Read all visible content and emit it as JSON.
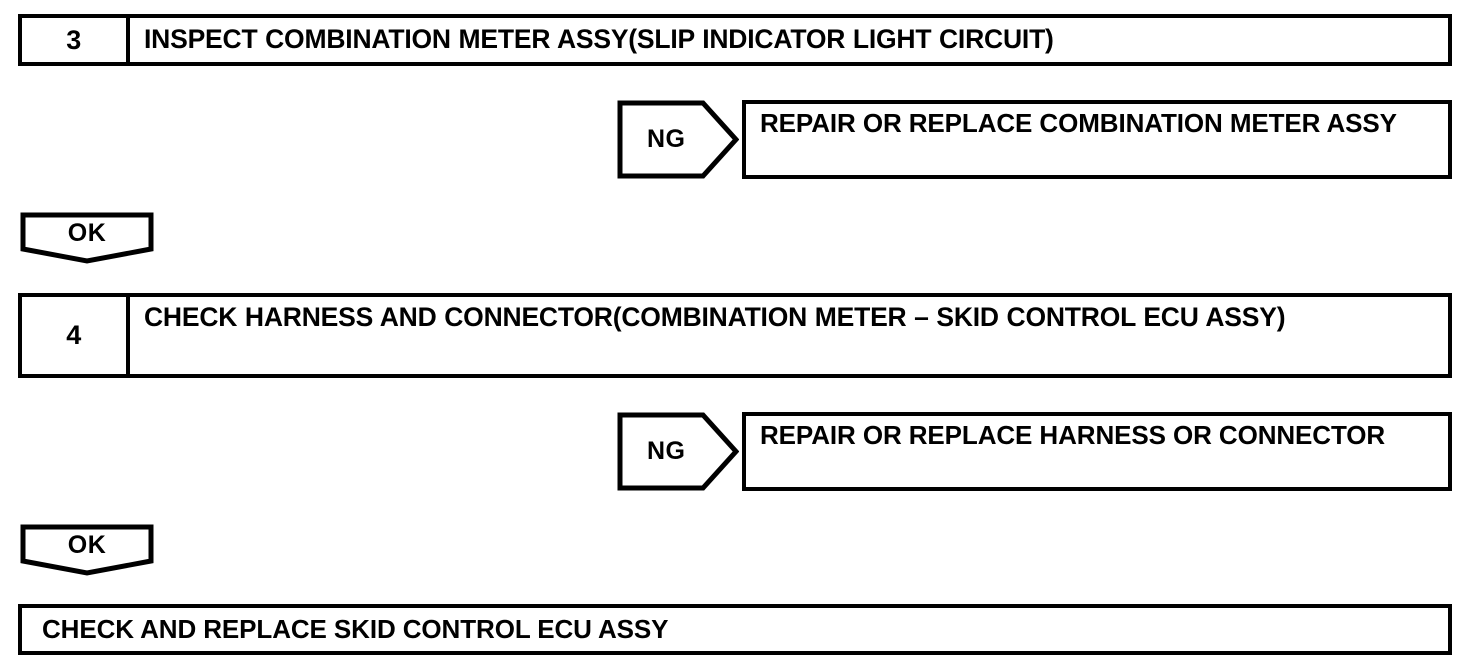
{
  "document": {
    "type": "diagnostic-troubleshooting-flowchart",
    "title": "Skid Control / Slip Indicator Light Diagnostic Steps"
  },
  "steps": [
    {
      "number": "3",
      "title": "INSPECT COMBINATION METER ASSY(SLIP INDICATOR LIGHT CIRCUIT)"
    },
    {
      "number": "4",
      "title": "CHECK HARNESS AND CONNECTOR(COMBINATION METER – SKID CONTROL ECU ASSY)"
    }
  ],
  "branches": [
    {
      "label": "NG",
      "action": "REPAIR OR REPLACE COMBINATION METER ASSY"
    },
    {
      "label": "NG",
      "action": "REPAIR OR REPLACE HARNESS OR CONNECTOR"
    }
  ],
  "ok_tabs": [
    {
      "label": "OK"
    },
    {
      "label": "OK"
    }
  ],
  "final": {
    "text": "CHECK AND REPLACE SKID CONTROL ECU ASSY"
  },
  "colors": {
    "ink": "#000000",
    "paper": "#ffffff"
  }
}
